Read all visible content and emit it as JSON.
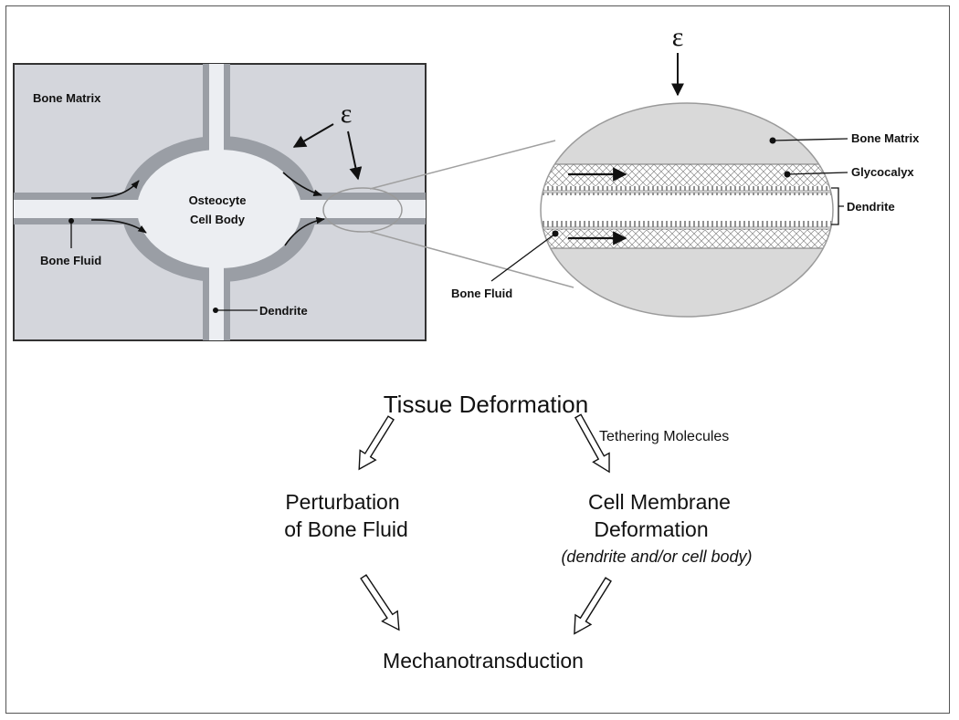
{
  "symbols": {
    "strain": "ε"
  },
  "left_panel": {
    "bone_matrix": "Bone Matrix",
    "cell_body_line1": "Osteocyte",
    "cell_body_line2": "Cell Body",
    "bone_fluid": "Bone Fluid",
    "dendrite": "Dendrite"
  },
  "zoom_panel": {
    "bone_matrix": "Bone Matrix",
    "glycocalyx": "Glycocalyx",
    "dendrite": "Dendrite",
    "bone_fluid": "Bone Fluid"
  },
  "flow": {
    "tissue_deformation": "Tissue Deformation",
    "tethering_molecules": "Tethering Molecules",
    "perturbation_line1": "Perturbation",
    "perturbation_line2": "of Bone Fluid",
    "membrane_line1": "Cell Membrane",
    "membrane_line2": "Deformation",
    "membrane_note": "(dendrite and/or cell body)",
    "mechanotransduction": "Mechanotransduction"
  },
  "colors": {
    "matrix": "#d4d6dc",
    "sheath": "#9a9ea5",
    "lumen": "#eceef2",
    "zoom_fill": "#d9d9d9"
  }
}
